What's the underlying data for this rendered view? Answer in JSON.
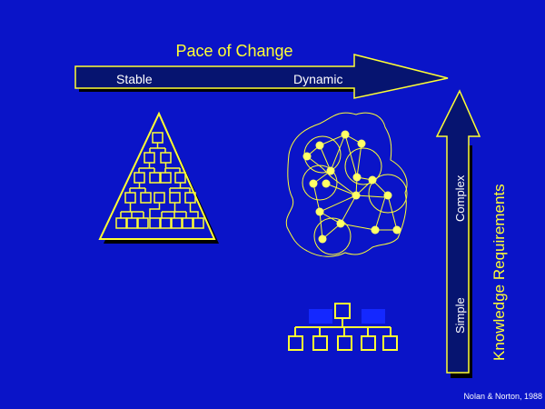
{
  "colors": {
    "background": "#0a14c8",
    "outline_yellow": "#ffff33",
    "node_yellow": "#ffff66",
    "text_white": "#ffffff",
    "dark_box": "#061470",
    "bright_box": "#1428ff"
  },
  "pace_arrow": {
    "title": "Pace of Change",
    "left_label": "Stable",
    "right_label": "Dynamic"
  },
  "knowledge_arrow": {
    "title": "Knowledge Requirements",
    "low_label": "Simple",
    "high_label": "Complex"
  },
  "credit": "Nolan & Norton, 1988"
}
